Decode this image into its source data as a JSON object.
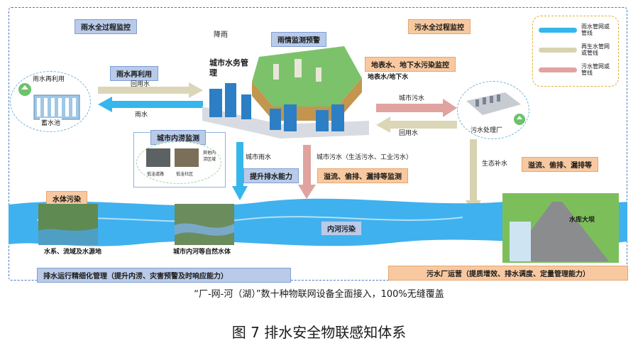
{
  "titles": {
    "rain_monitor": "雨水全过程监控",
    "sewage_monitor": "污水全过程监控",
    "rain_alert": "雨情监测预警",
    "city_water": "城市水务管理",
    "rainfall": "降雨"
  },
  "legend": {
    "items": [
      {
        "label": "雨水管网或管线",
        "color": "#35b6ec"
      },
      {
        "label": "再生水管网或管线",
        "color": "#d9d2b0"
      },
      {
        "label": "污水管网或管线",
        "color": "#e0a3a0"
      }
    ]
  },
  "left_panel": {
    "rain_reuse_title": "雨水再利用",
    "reuse_water": "回用水",
    "rain_water": "雨水",
    "circle_title": "雨水再利用",
    "tank_label": "蓄水池",
    "inland_flood_title": "城市内涝监测",
    "flood_img1": "低洼道路",
    "flood_img2": "低洼社区",
    "flood_img3": "其他内涝区域"
  },
  "right_panel": {
    "surface_ground_monitor": "地表水、地下水污染监控",
    "surface_ground": "地表水/地下水",
    "city_sewage": "城市污水",
    "reuse_water": "回用水",
    "plant_label": "污水处理厂",
    "eco_water": "生态补水",
    "overflow_right": "溢流、偷排、漏排等"
  },
  "middle": {
    "city_rain": "城市雨水",
    "improve_drain": "提升排水能力",
    "city_sewage_types": "城市污水（生活污水、工业污水）",
    "overflow_mid": "溢流、偷排、漏排等监测"
  },
  "river": {
    "water_pollution": "水体污染",
    "inland_pollution": "内河污染",
    "photo1_label": "水系、流域及水源地",
    "photo2_label": "城市内河等自然水体",
    "dam_label": "水库大坝"
  },
  "bottom": {
    "left_bar": "排水运行精细化管理（提升内涝、灾害预警及时响应能力）",
    "right_bar": "污水厂运营（提质增效、排水调度、定量管理能力）"
  },
  "captions": {
    "note": "“厂-网-河（湖）”数十种物联网设备全面接入，100%无缝覆盖",
    "figure": "图  7  排水安全物联感知体系"
  }
}
